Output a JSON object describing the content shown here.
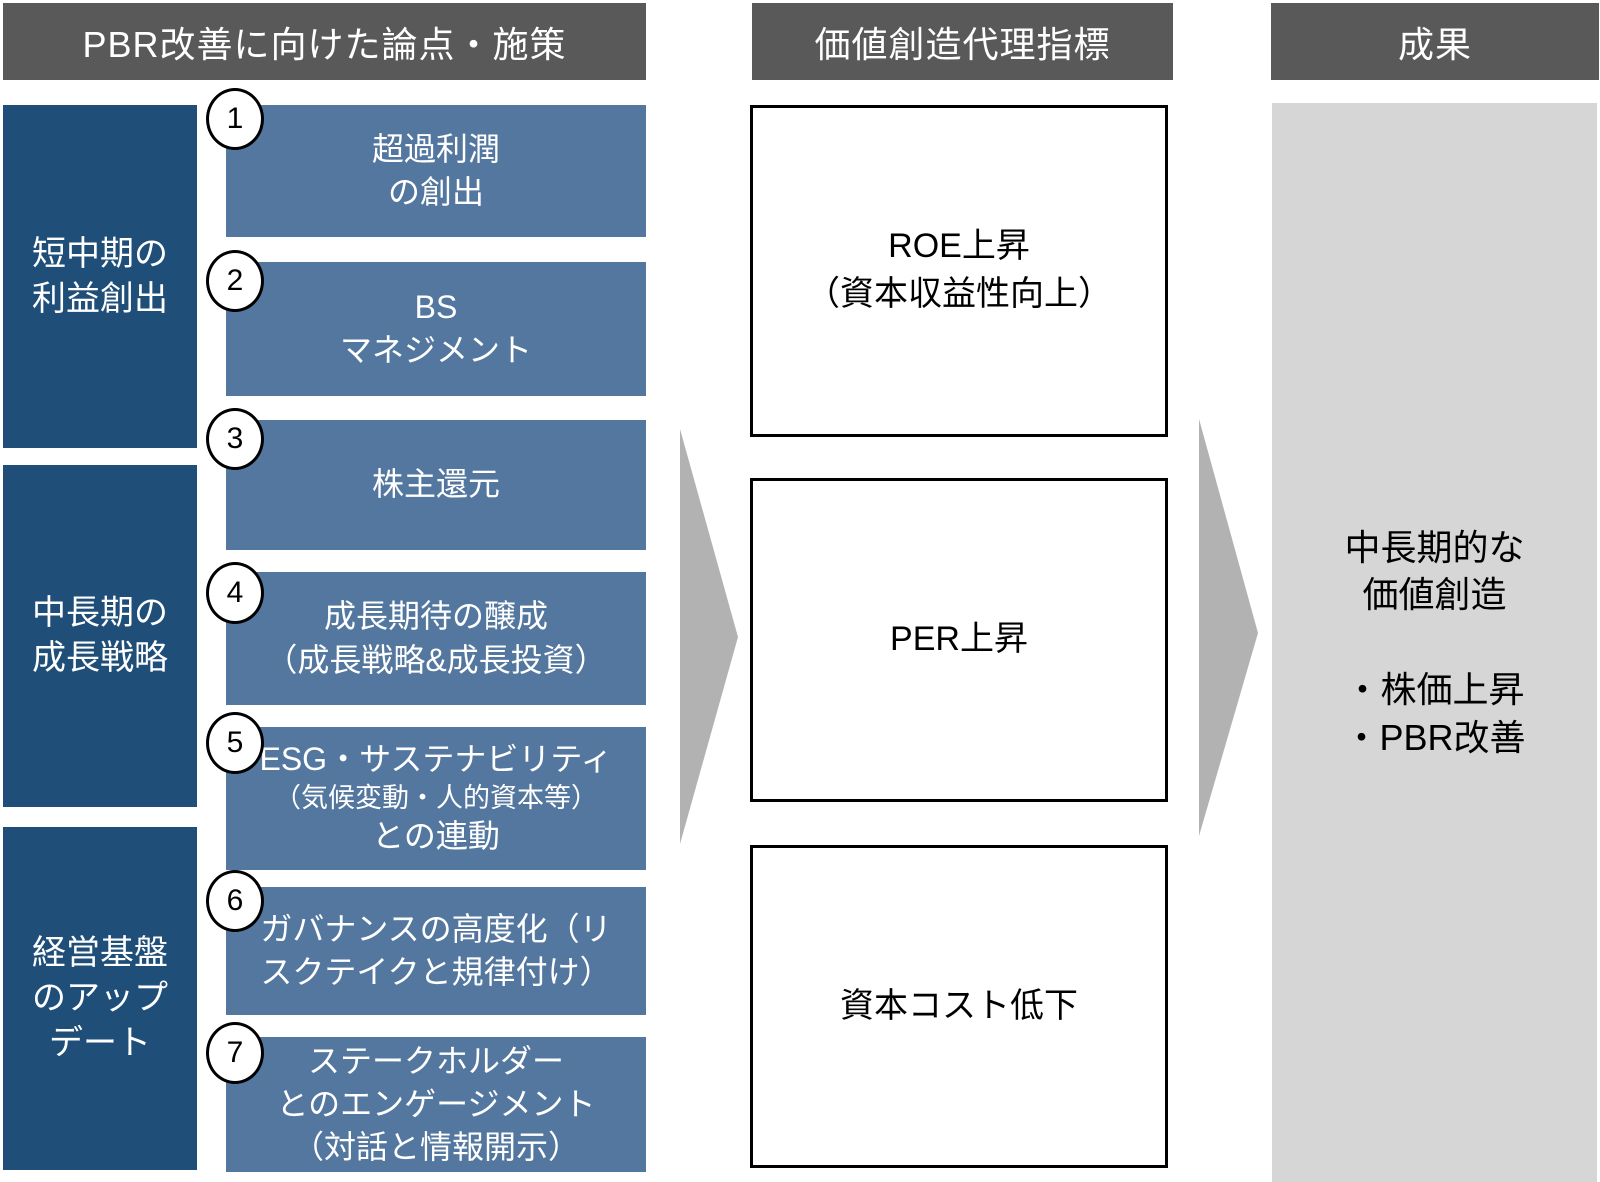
{
  "diagram": {
    "left": {
      "header": "PBR改善に向けた論点・施策",
      "categories": [
        {
          "label": "短中期の\n利益創出"
        },
        {
          "label": "中長期の\n成長戦略"
        },
        {
          "label": "経営基盤\nのアップ\nデート"
        }
      ],
      "items": [
        {
          "number": "1",
          "text": "超過利潤\nの創出"
        },
        {
          "number": "2",
          "text": "BS\nマネジメント"
        },
        {
          "number": "3",
          "text": "株主還元"
        },
        {
          "number": "4",
          "text": "成長期待の醸成\n（成長戦略&成長投資）"
        },
        {
          "number": "5",
          "line1": "ESG・サステナビリティ",
          "line2": "（気候変動・人的資本等）",
          "line3": "との連動"
        },
        {
          "number": "6",
          "text": "ガバナンスの高度化（リ\nスクテイクと規律付け）"
        },
        {
          "number": "7",
          "text": "ステークホルダー\nとのエンゲージメント\n（対話と情報開示）"
        }
      ]
    },
    "middle": {
      "header": "価値創造代理指標",
      "indicators": [
        {
          "text": "ROE上昇\n（資本収益性向上）"
        },
        {
          "text": "PER上昇"
        },
        {
          "text": "資本コスト低下"
        }
      ]
    },
    "right": {
      "header": "成果",
      "outcome": "中長期的な\n価値創造\n\n・株価上昇\n・PBR改善"
    },
    "colors": {
      "header_bg": "#595959",
      "category_bg": "#1F4E79",
      "item_bg": "#53779E",
      "indicator_border": "#000000",
      "arrow": "#B2B2B2",
      "outcome_bg": "#D6D6D6"
    }
  }
}
